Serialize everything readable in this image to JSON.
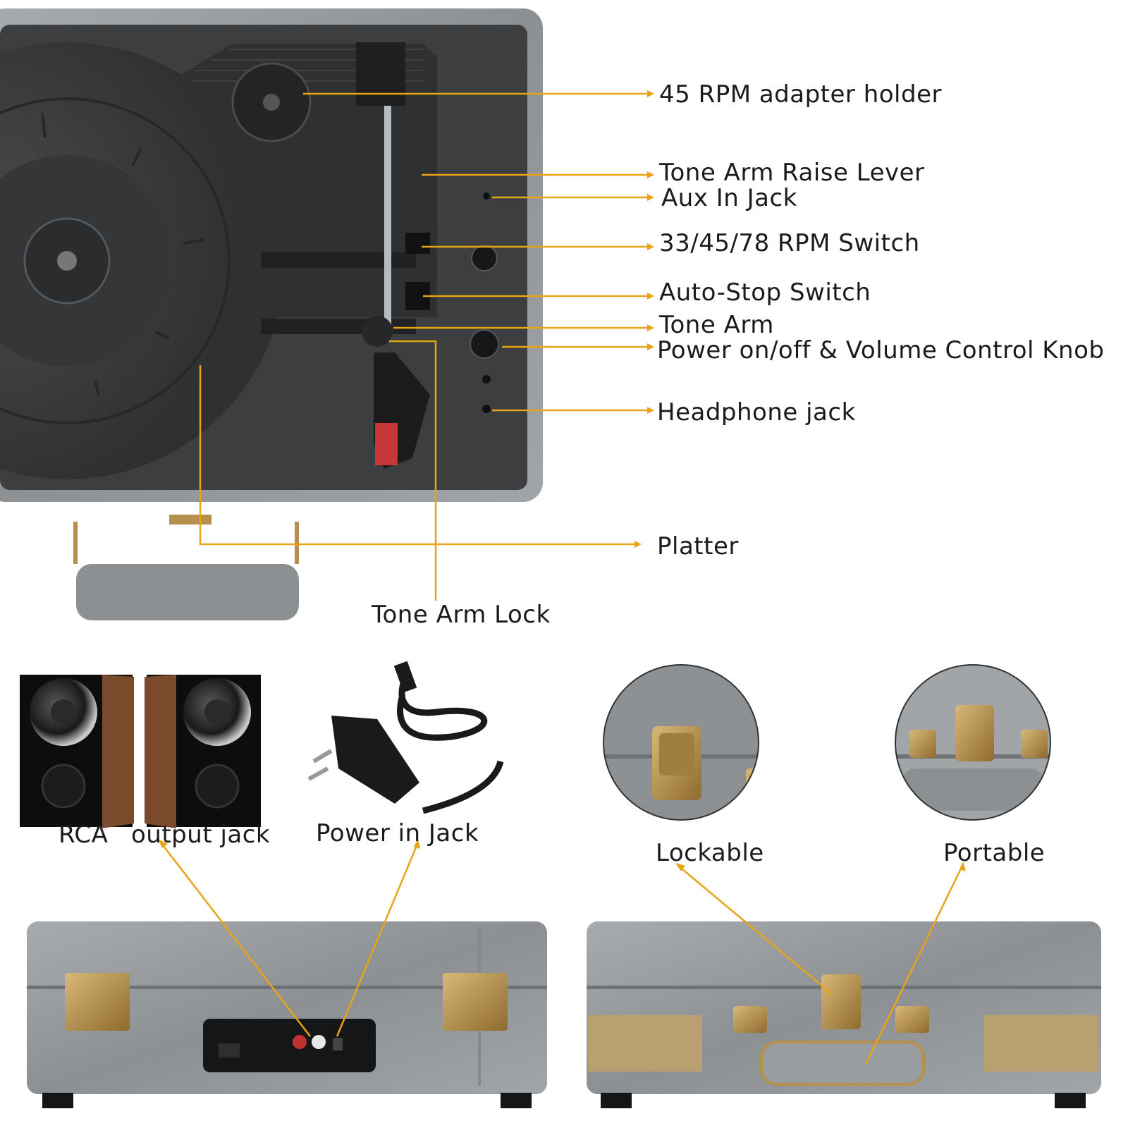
{
  "colors": {
    "leader": "#e8a317",
    "case_gray": "#9a9d9f",
    "deck_dark": "#3a3c3e",
    "brass": "#b58f4c",
    "wood": "#7a4a2a",
    "grille": "#b8a070"
  },
  "labels": {
    "adapter_holder": "45 RPM adapter holder",
    "raise_lever": "Tone Arm Raise Lever",
    "aux_in": "Aux In Jack",
    "rpm_switch": "33/45/78 RPM Switch",
    "auto_stop": "Auto-Stop Switch",
    "tone_arm": "Tone Arm",
    "power_volume": "Power on/off & Volume Control Knob",
    "headphone": "Headphone jack",
    "platter": "Platter",
    "arm_lock": "Tone Arm Lock",
    "rca": "RCA",
    "output_jack": "output jack",
    "power_in": "Power in Jack",
    "lockable": "Lockable",
    "portable": "Portable"
  },
  "icons": [
    "turntable-photo",
    "bookshelf-speakers-photo",
    "power-adapter-photo",
    "latch-closeup-photo",
    "handle-closeup-photo",
    "case-back-photo",
    "case-front-photo"
  ]
}
